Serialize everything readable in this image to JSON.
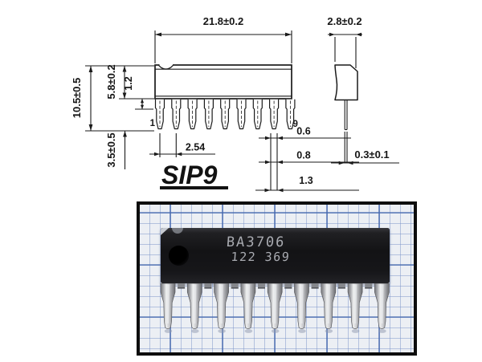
{
  "page": {
    "background": "#ffffff"
  },
  "drawing": {
    "title": "SIP9",
    "front_view": {
      "pin_first": "1",
      "pin_last": "9",
      "dim_body_width": "21.8±0.2",
      "dim_total_height": "10.5±0.5",
      "dim_body_height": "5.8±0.2",
      "dim_lead_shoulder_length": "1.2",
      "dim_lead_length": "3.5±0.5",
      "dim_lead_pitch": "2.54",
      "dim_lead_width_tip": "0.6",
      "dim_lead_width_mid": "0.8",
      "dim_lead_width_base": "1.3"
    },
    "side_view": {
      "dim_body_thickness": "2.8±0.2",
      "dim_lead_thickness": "0.3±0.1"
    }
  },
  "photo": {
    "marking_line1": "BA3706",
    "marking_line2": "122 369",
    "pin_count": "9",
    "colors": {
      "paper": "#eceff4",
      "grid_minor": "#7a93c8",
      "grid_major": "#4669af",
      "chip_body": "#141416",
      "marking_text": "#a9abb1",
      "pin_metal": "#c9cacd",
      "frame": "#0d0d0d"
    }
  }
}
